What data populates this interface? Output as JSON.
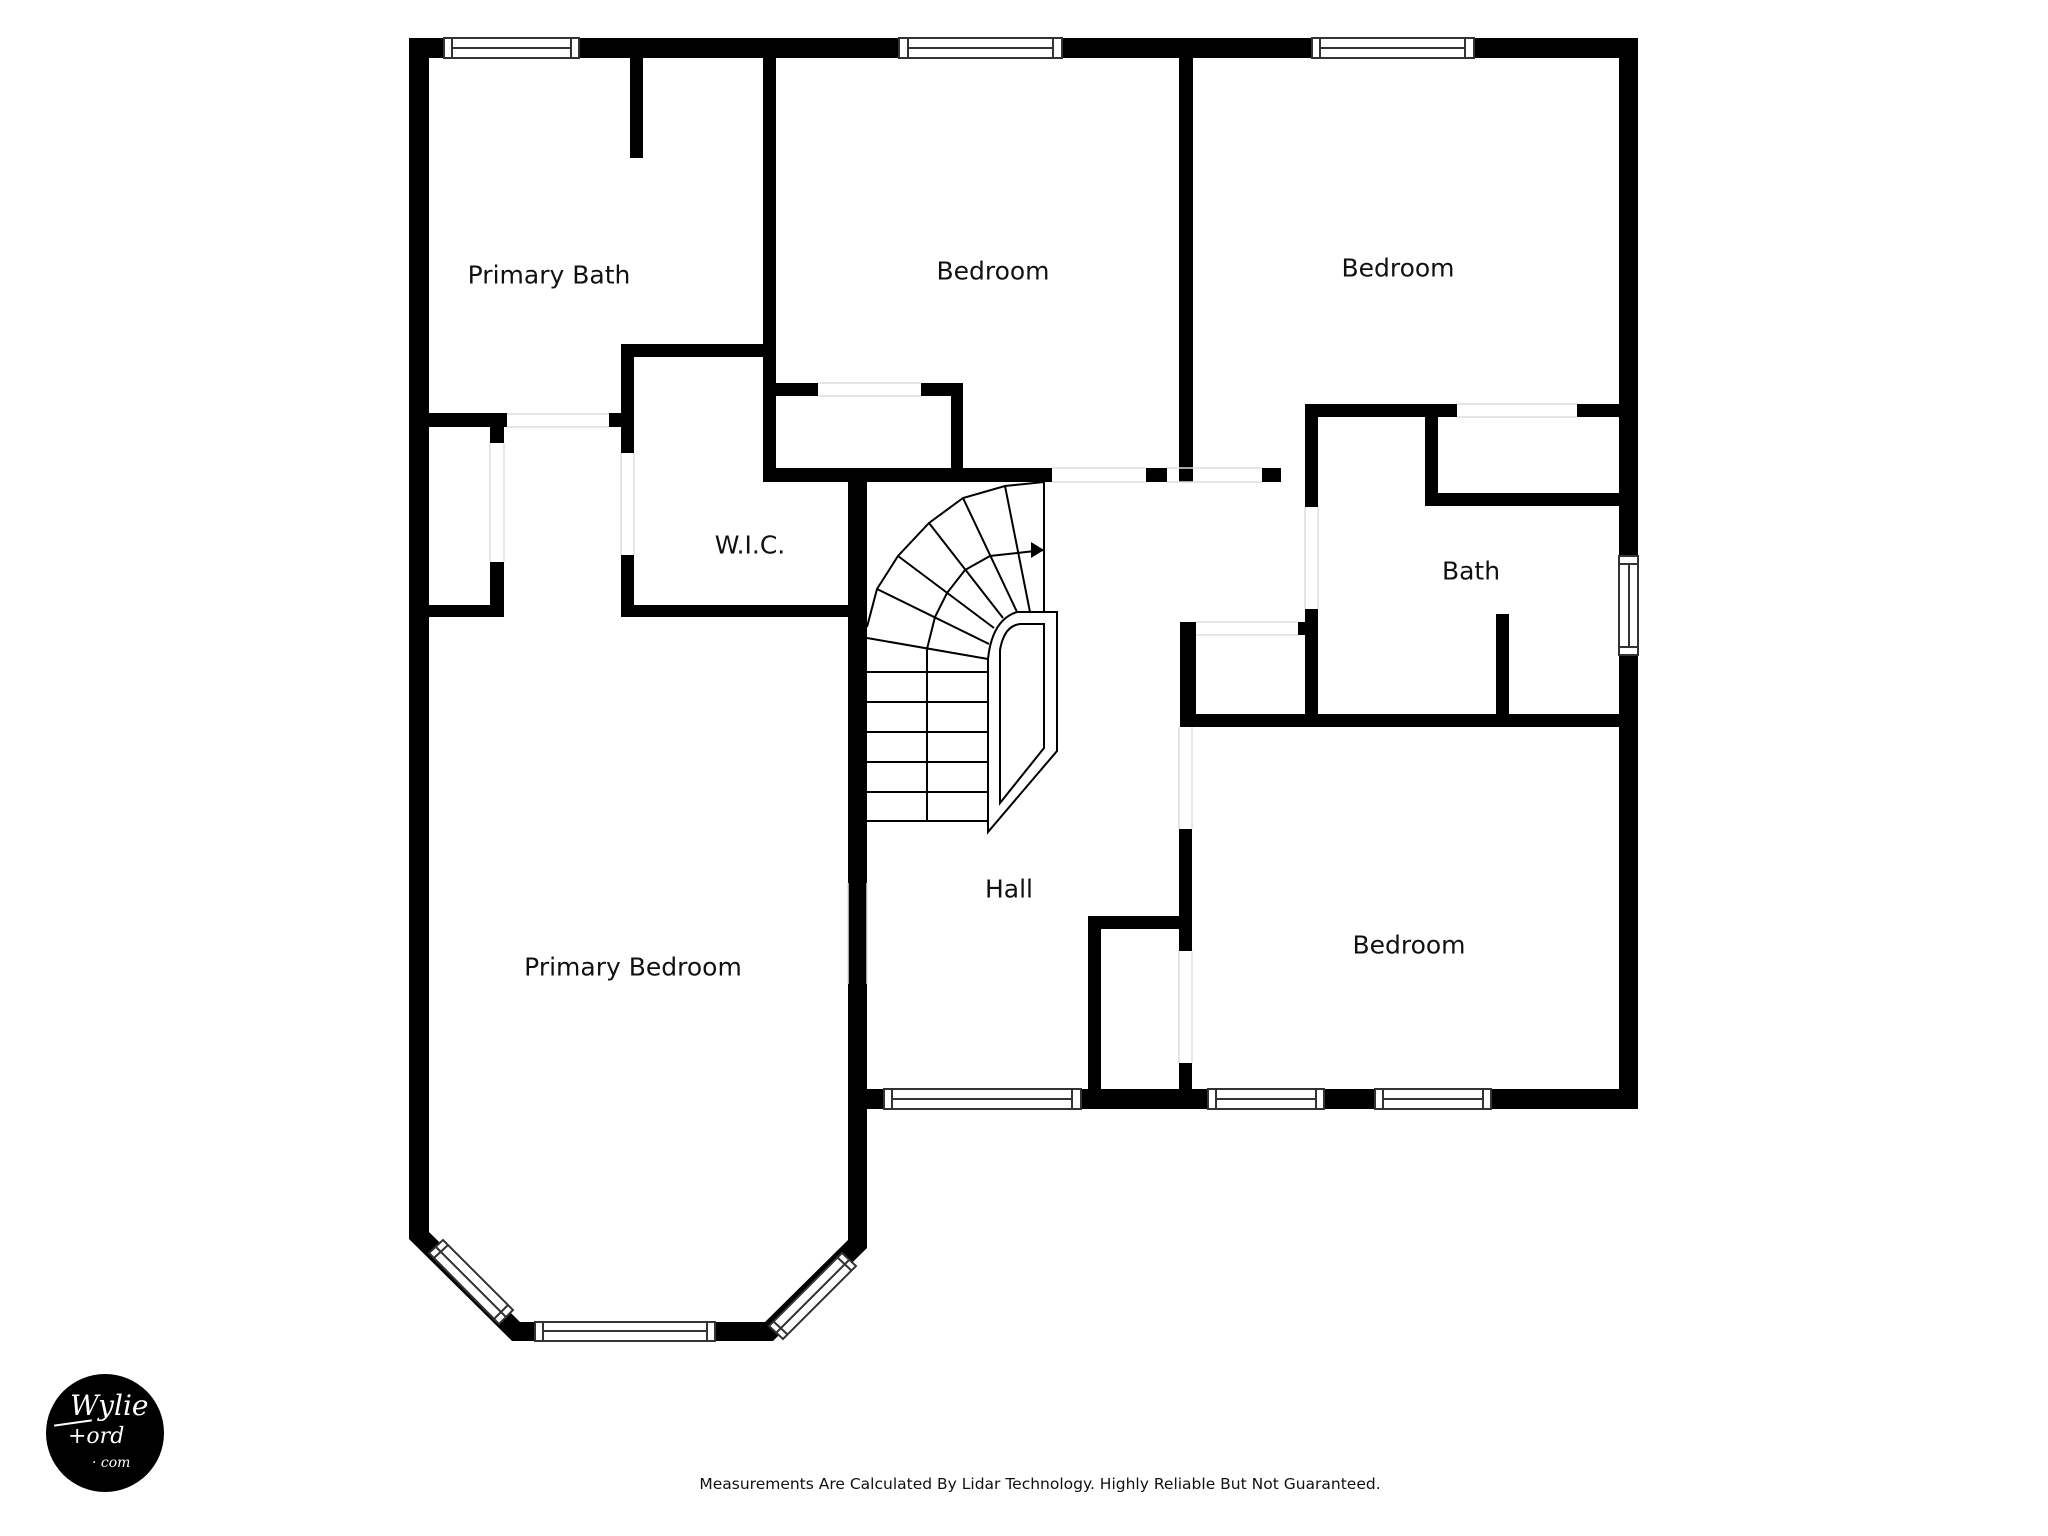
{
  "floor_plan": {
    "rooms": {
      "primary_bath": "Primary Bath",
      "bedroom_top_middle": "Bedroom",
      "bedroom_top_right": "Bedroom",
      "wic": "W.I.C.",
      "bath": "Bath",
      "hall": "Hall",
      "primary_bedroom": "Primary Bedroom",
      "bedroom_bottom_right": "Bedroom"
    },
    "stair_direction_icon": "arrow-right-icon",
    "colors": {
      "wall": "#000000",
      "background": "#ffffff",
      "door_opening": "#dddddd",
      "window_frame": "#333333"
    }
  },
  "footer": {
    "disclaimer": "Measurements Are Calculated By Lidar Technology. Highly Reliable But Not Guaranteed."
  },
  "logo": {
    "line1": "Wylie",
    "line2": "+ord",
    "line3": "· com"
  }
}
